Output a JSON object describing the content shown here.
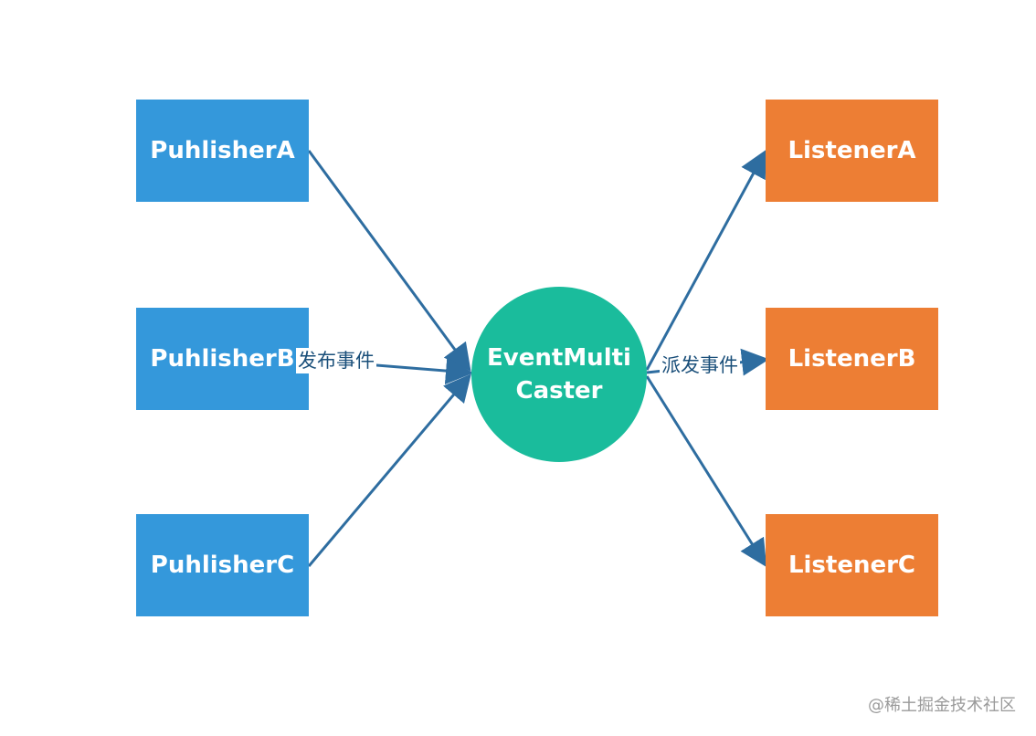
{
  "publishers": [
    {
      "label": "PuhlisherA"
    },
    {
      "label": "PuhlisherB"
    },
    {
      "label": "PuhlisherC"
    }
  ],
  "hub": {
    "label": "EventMultiCaster"
  },
  "listeners": [
    {
      "label": "ListenerA"
    },
    {
      "label": "ListenerB"
    },
    {
      "label": "ListenerC"
    }
  ],
  "edge_labels": {
    "publish": "发布事件",
    "dispatch": "派发事件"
  },
  "watermark": "@稀土掘金技术社区",
  "colors": {
    "publisher": "#3498db",
    "listener": "#ed7e34",
    "hub": "#1abc9c",
    "arrow": "#2e6da0"
  }
}
